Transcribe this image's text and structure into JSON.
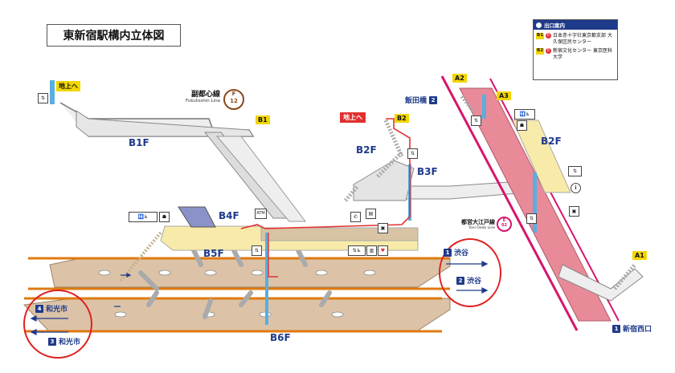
{
  "title": "東新宿駅構内立体図",
  "legend": {
    "header": "出口案内",
    "rows": [
      {
        "badge": "B1",
        "mark": "E",
        "text": "日本赤十字社東京都支部 大久保区民センター"
      },
      {
        "badge": "B2",
        "mark": "E",
        "text": "新宿文化センター 東京医科大学"
      }
    ]
  },
  "floors": {
    "b1f": "B1F",
    "b2f_left": "B2F",
    "b2f_right": "B2F",
    "b3f": "B3F",
    "b4f": "B4F",
    "b5f": "B5F",
    "b6f": "B6F"
  },
  "exits": {
    "a1": "A1",
    "a2": "A2",
    "a3": "A3",
    "b1": "B1",
    "b2": "B2"
  },
  "up_labels": {
    "left": "地上へ",
    "right": "地上へ"
  },
  "lines": {
    "fukutoshin": {
      "name": "副都心線",
      "sub": "Fukutoshin Line",
      "letter": "F",
      "number": "12"
    },
    "oedo": {
      "name": "都営大江戸線",
      "sub": "Toei Oedo Line",
      "letter": "E",
      "number": "02"
    }
  },
  "directions": [
    {
      "num": "1",
      "text": "渋谷"
    },
    {
      "num": "2",
      "text": "渋谷"
    },
    {
      "num": "4",
      "text": "和光市"
    },
    {
      "num": "3",
      "text": "和光市"
    },
    {
      "num": "2",
      "text": "飯田橋"
    },
    {
      "num": "1",
      "text": "新宿西口"
    }
  ],
  "icons": {
    "atm": "ATM"
  },
  "colors": {
    "navy": "#1e3a8a",
    "yellow": "#f2d600",
    "pink": "#e88a98",
    "magenta": "#d6156c",
    "tan": "#dcc3a8",
    "orange": "#e07a10",
    "red_circle": "#e02020",
    "elevator": "#5aaee0"
  }
}
